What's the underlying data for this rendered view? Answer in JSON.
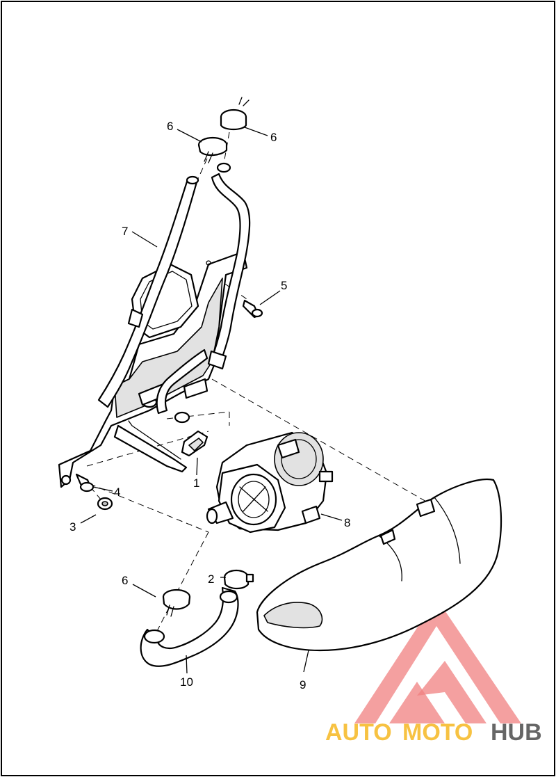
{
  "callouts": [
    {
      "id": "c1",
      "text": "1"
    },
    {
      "id": "c2",
      "text": "2"
    },
    {
      "id": "c3",
      "text": "3"
    },
    {
      "id": "c4",
      "text": "4"
    },
    {
      "id": "c5",
      "text": "5"
    },
    {
      "id": "c6a",
      "text": "6"
    },
    {
      "id": "c6b",
      "text": "6"
    },
    {
      "id": "c6c",
      "text": "6"
    },
    {
      "id": "c7",
      "text": "7"
    },
    {
      "id": "c8",
      "text": "8"
    },
    {
      "id": "c9",
      "text": "9"
    },
    {
      "id": "c10",
      "text": "10"
    }
  ],
  "watermark": {
    "part1": "AUTO",
    "part2": "MOTO",
    "part3": "HUB",
    "colors": {
      "auto": "#f7c242",
      "moto": "#f7c242",
      "hub": "#666666",
      "logo": "#f08080"
    }
  }
}
